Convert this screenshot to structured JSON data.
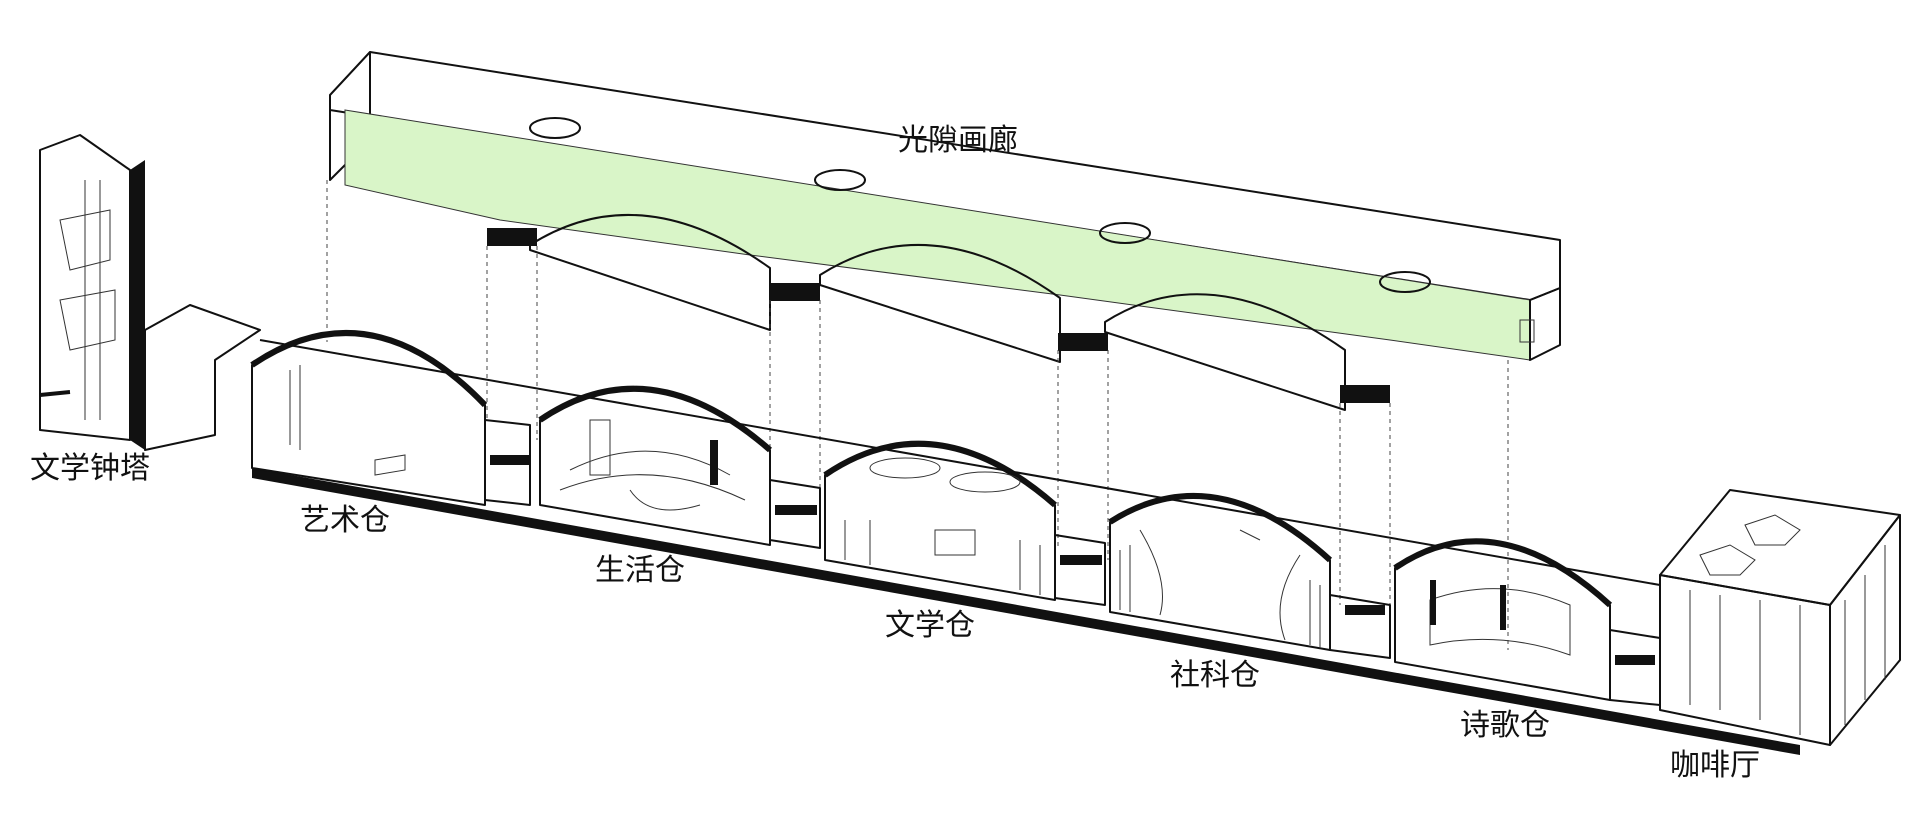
{
  "title": "光隙画廊",
  "spaces": [
    {
      "id": "clock-tower",
      "label": "文学钟塔",
      "color": "#f9c9d3"
    },
    {
      "id": "art",
      "label": "艺术仓",
      "color": "#ddd3f7"
    },
    {
      "id": "life",
      "label": "生活仓",
      "color": "#c9e8f7"
    },
    {
      "id": "literature",
      "label": "文学仓",
      "color": "#f9d6b3"
    },
    {
      "id": "social-science",
      "label": "社科仓",
      "color": "#f8f6c4"
    },
    {
      "id": "poetry",
      "label": "诗歌仓",
      "color": "#c9efd9"
    },
    {
      "id": "cafe",
      "label": "咖啡厅",
      "color": "#f1c9f1"
    }
  ],
  "gallery": {
    "label": "光隙画廊",
    "color": "#d9f5c8"
  }
}
